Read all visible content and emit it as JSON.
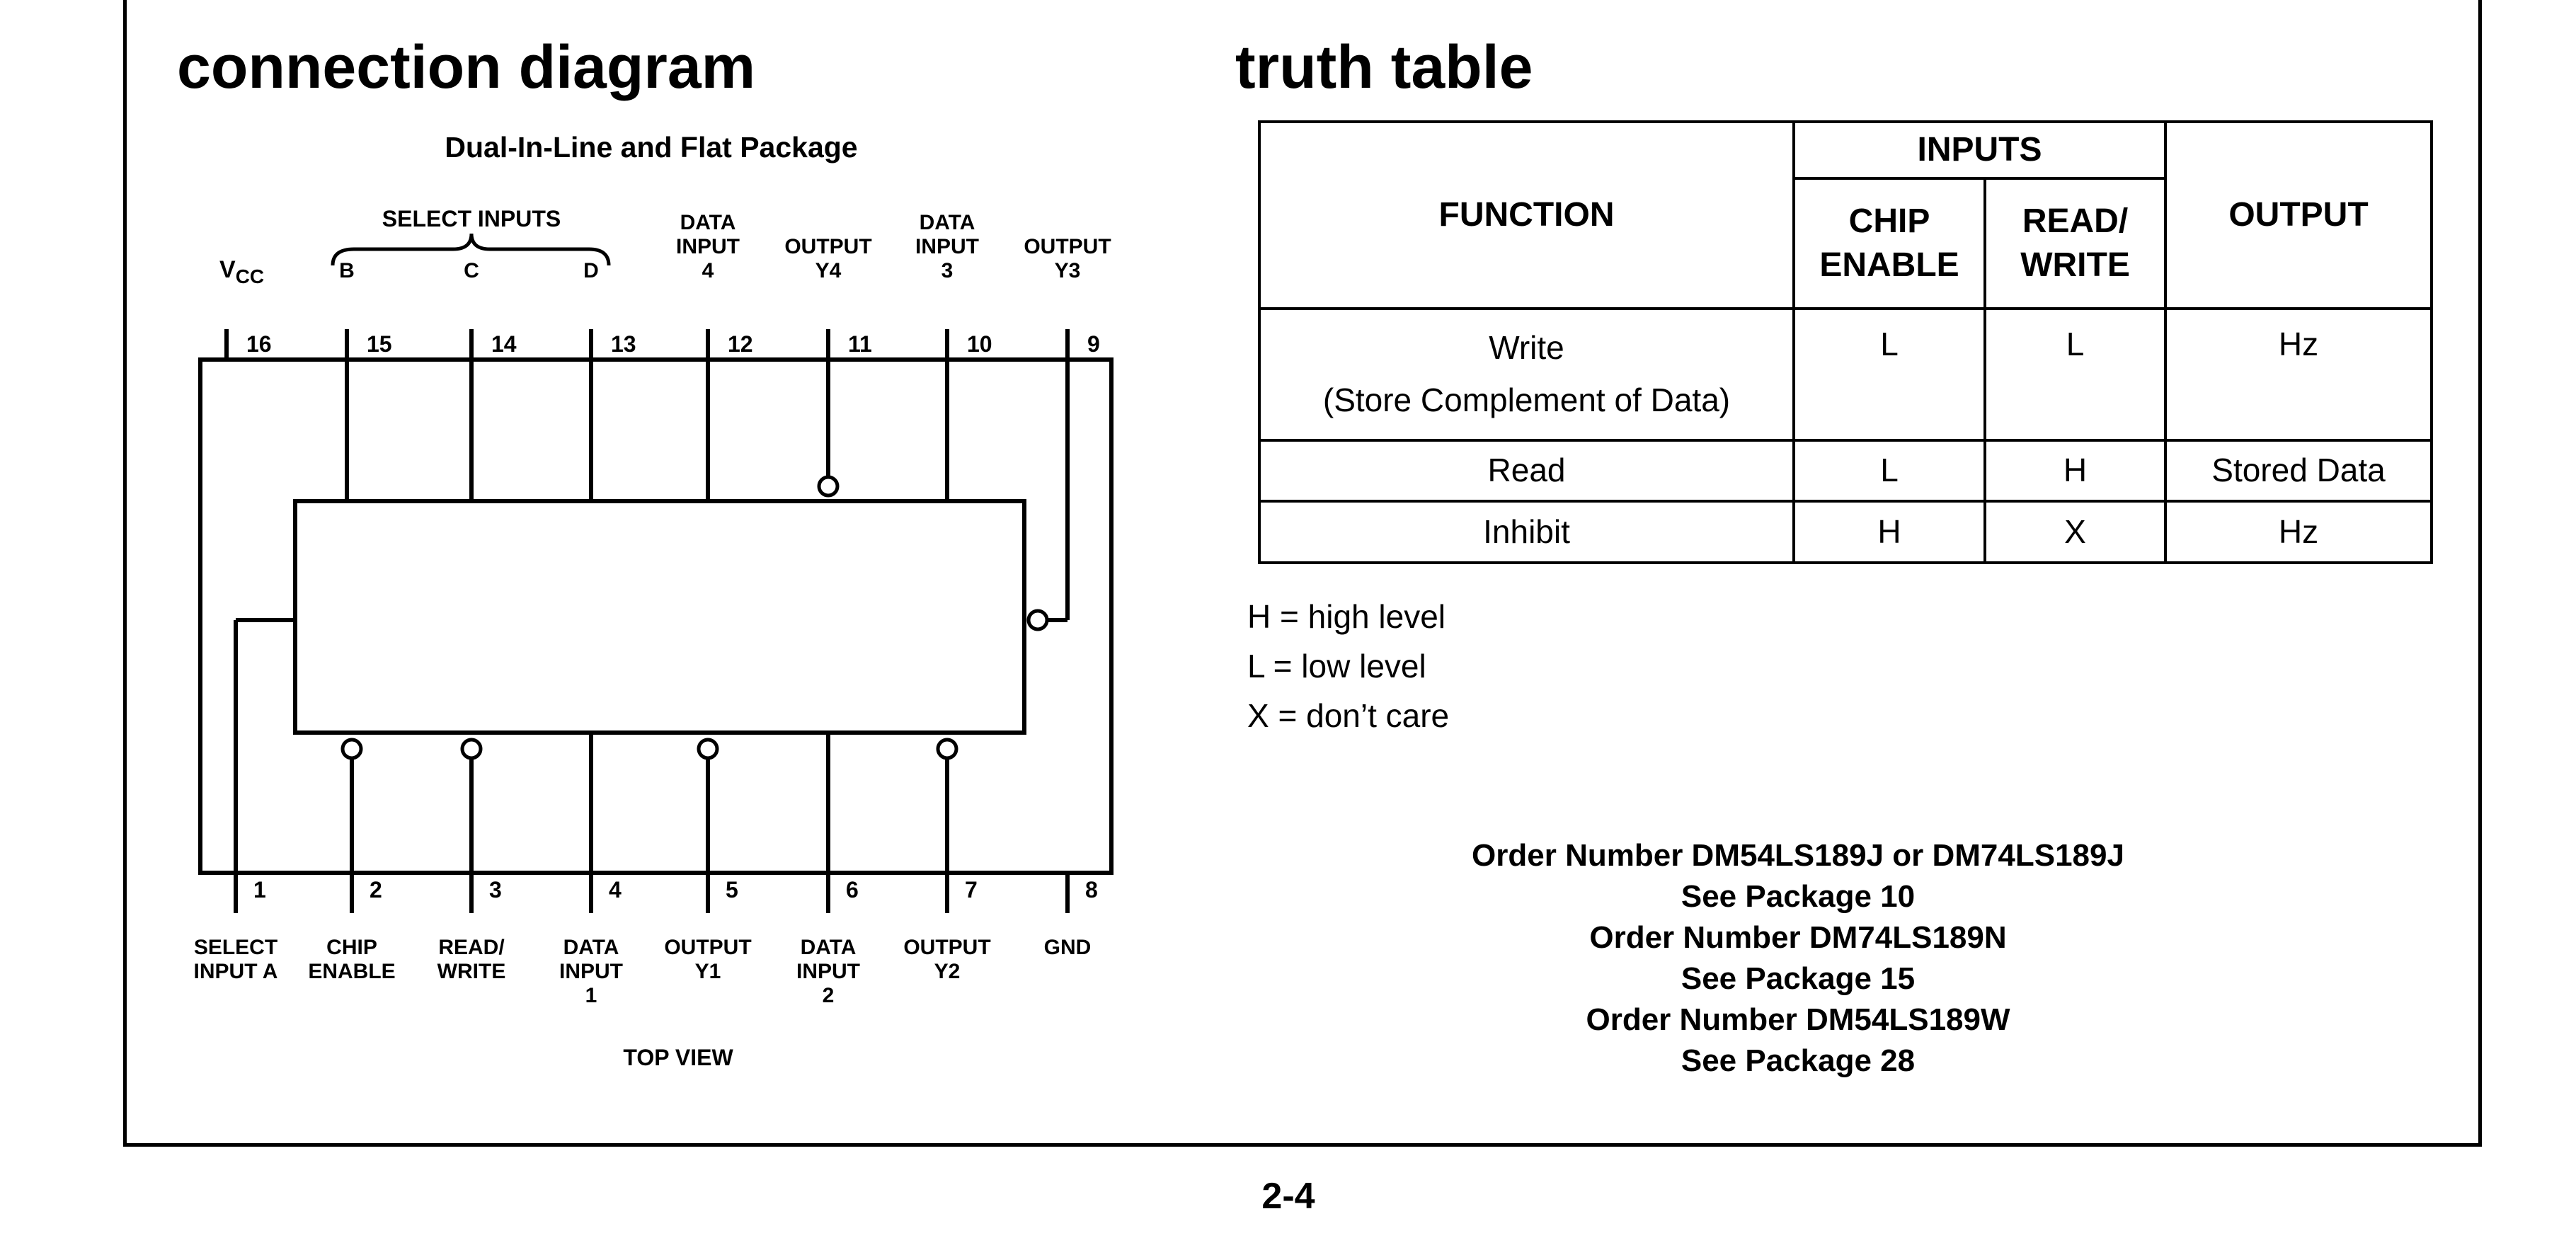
{
  "connection_diagram": {
    "heading": "connection diagram",
    "package_title": "Dual-In-Line and Flat Package",
    "view_label": "TOP VIEW",
    "top_pins": [
      {
        "number": "16",
        "label": [
          "V CC"
        ]
      },
      {
        "number": "15",
        "label": [
          "B"
        ]
      },
      {
        "number": "14",
        "label": [
          "C"
        ]
      },
      {
        "number": "13",
        "label": [
          "D"
        ]
      },
      {
        "number": "12",
        "label": [
          "DATA",
          "INPUT",
          "4"
        ]
      },
      {
        "number": "11",
        "label": [
          "OUTPUT",
          "Y4"
        ]
      },
      {
        "number": "10",
        "label": [
          "DATA",
          "INPUT",
          "3"
        ]
      },
      {
        "number": "9",
        "label": [
          "OUTPUT",
          "Y3"
        ]
      }
    ],
    "select_inputs_label": "SELECT INPUTS",
    "bottom_pins": [
      {
        "number": "1",
        "label": [
          "SELECT",
          "INPUT A"
        ]
      },
      {
        "number": "2",
        "label": [
          "CHIP",
          "ENABLE"
        ]
      },
      {
        "number": "3",
        "label": [
          "READ/",
          "WRITE"
        ]
      },
      {
        "number": "4",
        "label": [
          "DATA",
          "INPUT",
          "1"
        ]
      },
      {
        "number": "5",
        "label": [
          "OUTPUT",
          "Y1"
        ]
      },
      {
        "number": "6",
        "label": [
          "DATA",
          "INPUT",
          "2"
        ]
      },
      {
        "number": "7",
        "label": [
          "OUTPUT",
          "Y2"
        ]
      },
      {
        "number": "8",
        "label": [
          "GND"
        ]
      }
    ]
  },
  "truth_table": {
    "heading": "truth table",
    "headers": {
      "function": "FUNCTION",
      "inputs": "INPUTS",
      "chip_enable": "CHIP ENABLE",
      "read_write": "READ/ WRITE",
      "output": "OUTPUT"
    },
    "rows": [
      {
        "function": "Write",
        "function_note": "(Store Complement of Data)",
        "chip_enable": "L",
        "read_write": "L",
        "output": "Hz"
      },
      {
        "function": "Read",
        "chip_enable": "L",
        "read_write": "H",
        "output": "Stored Data"
      },
      {
        "function": "Inhibit",
        "chip_enable": "H",
        "read_write": "X",
        "output": "Hz"
      }
    ],
    "legend": [
      "H = high level",
      "L = low level",
      "X = don’t care"
    ]
  },
  "order_info": [
    "Order Number DM54LS189J or DM74LS189J",
    "See Package 10",
    "Order Number DM74LS189N",
    "See Package 15",
    "Order Number DM54LS189W",
    "See Package 28"
  ],
  "page_number": "2-4"
}
